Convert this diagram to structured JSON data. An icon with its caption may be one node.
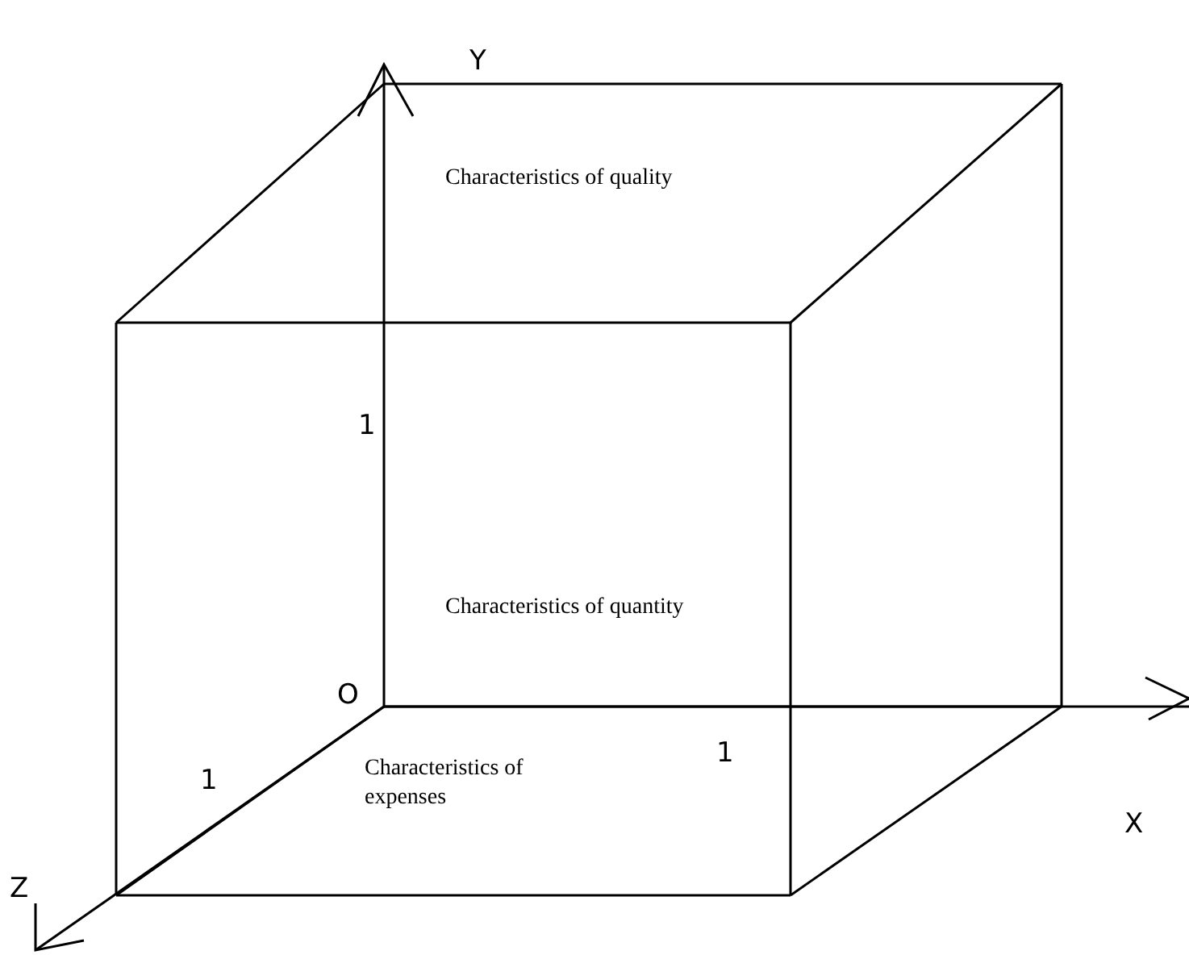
{
  "diagram": {
    "labels": [
      "Y",
      "Characteristics of quality",
      "1",
      "Characteristics of quantity",
      "O",
      "1",
      "Characteristics of expenses",
      "1",
      "X",
      "Z"
    ]
  }
}
